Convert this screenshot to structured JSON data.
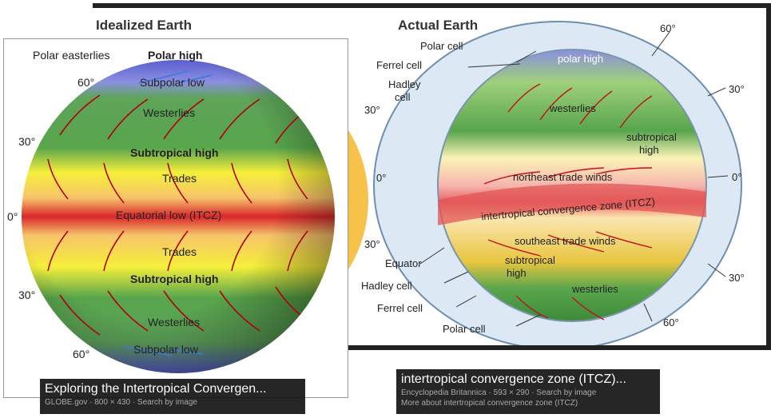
{
  "back_image": {
    "title_left": "Idealized Earth",
    "title_right": "Actual Earth",
    "labels": {
      "polar_cell_top": "Polar cell",
      "ferrel_cell_top": "Ferrel cell",
      "hadley_cell_top": "Hadley\ncell",
      "hadley_line1": "Hadley",
      "hadley_line2": "cell",
      "lat60_top": "60°",
      "lat30_right_top": "30°",
      "lat0_right": "0°",
      "lat30_right_bottom": "30°",
      "lat60_bottom": "60°",
      "lat30_left_top": "30°",
      "lat0_left": "0°",
      "lat30_left_bottom": "30°",
      "equator": "Equator",
      "hadley_cell_bottom": "Hadley cell",
      "ferrel_cell_bottom": "Ferrel cell",
      "polar_cell_bottom": "Polar cell",
      "polar_high": "polar high",
      "westerlies_top": "westerlies",
      "subtropical_high_top_1": "subtropical",
      "subtropical_high_top_2": "high",
      "ne_trades": "northeast trade winds",
      "itcz": "intertropical convergence zone (ITCZ)",
      "se_trades": "southeast trade winds",
      "subtropical_high_bottom_1": "subtropical",
      "subtropical_high_bottom_2": "high",
      "westerlies_bottom": "westerlies"
    }
  },
  "front_image": {
    "labels": {
      "polar_easterlies": "Polar easterlies",
      "polar_high": "Polar high",
      "lat60_top": "60°",
      "subpolar_low_top": "Subpolar low",
      "westerlies_top": "Westerlies",
      "lat30_top": "30°",
      "subtropical_high_top": "Subtropical high",
      "trades_top": "Trades",
      "lat0": "0°",
      "equatorial_low": "Equatorial low (ITCZ)",
      "trades_bottom": "Trades",
      "lat30_bottom": "30°",
      "subtropical_high_bottom": "Subtropical high",
      "westerlies_bottom": "Westerlies",
      "lat60_bottom": "60°",
      "subpolar_low_bottom": "Subpolar low"
    }
  },
  "results": [
    {
      "title": "Exploring the Intertropical Convergen...",
      "meta": "GLOBE.gov · 800 × 430 · Search by image"
    },
    {
      "title": "intertropical convergence zone (ITCZ)...",
      "meta": "Encyclopedia Britannica · 593 × 290 · Search by image",
      "more": "More about intertropical convergence zone (ITCZ)"
    }
  ],
  "colors": {
    "caption_bg": "#141414",
    "arrow_red": "#c0101a",
    "equator_red": "#d9262b",
    "subtropical_yellow": "#f3e93a",
    "westerlies_green": "#4f9d4a",
    "polar_blue": "#6c6fd6",
    "cell_blue": "#d6e6f3"
  }
}
